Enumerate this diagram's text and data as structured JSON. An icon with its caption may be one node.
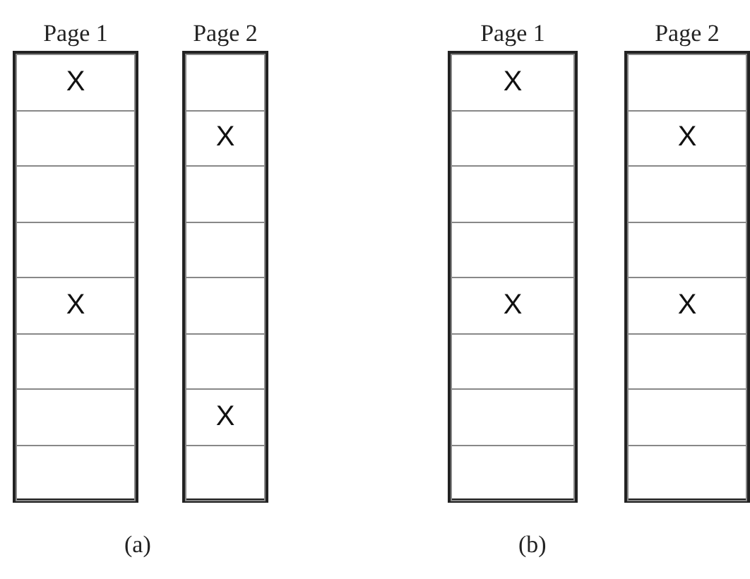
{
  "diagram": {
    "nodes": [
      {
        "text": [
          "Page 1"
        ]
      },
      {
        "text": [
          "X"
        ],
        "in": 0
      },
      {
        "text": [],
        "shape": "box",
        "in": 0
      },
      {
        "text": [],
        "shape": "box",
        "in": 0
      },
      {
        "text": [],
        "shape": "box",
        "in": 0
      },
      {
        "text": [
          "X"
        ],
        "in": 0
      },
      {
        "text": [],
        "shape": "box",
        "in": 0
      },
      {
        "text": [],
        "shape": "box",
        "in": 0
      },
      {
        "text": [],
        "shape": "box",
        "in": 0
      },
      {
        "text": [
          "Page 2"
        ]
      },
      {
        "text": [],
        "shape": "box",
        "in": 9
      },
      {
        "text": [
          "X"
        ],
        "in": 9
      },
      {
        "text": [],
        "shape": "box",
        "in": 9
      },
      {
        "text": [],
        "shape": "box",
        "in": 9
      },
      {
        "text": [],
        "shape": "box",
        "in": 9
      },
      {
        "text": [],
        "shape": "box",
        "in": 9
      },
      {
        "text": [
          "X"
        ],
        "in": 9
      },
      {
        "text": [],
        "shape": "box",
        "in": 9
      },
      {
        "text": [
          "Page 1"
        ]
      },
      {
        "text": [
          "X"
        ],
        "in": 18
      },
      {
        "text": [],
        "shape": "box",
        "in": 18
      },
      {
        "text": [],
        "shape": "box",
        "in": 18
      },
      {
        "text": [],
        "shape": "box",
        "in": 18
      },
      {
        "text": [
          "X"
        ],
        "in": 18
      },
      {
        "text": [],
        "shape": "box",
        "in": 18
      },
      {
        "text": [],
        "shape": "box",
        "in": 18
      },
      {
        "text": [],
        "shape": "box",
        "in": 18
      },
      {
        "text": [
          "Page 2"
        ]
      },
      {
        "text": [],
        "shape": "box",
        "in": 27
      },
      {
        "text": [
          "X"
        ],
        "in": 27
      },
      {
        "text": [],
        "shape": "box",
        "in": 27
      },
      {
        "text": [],
        "shape": "box",
        "in": 27
      },
      {
        "text": [
          "X"
        ],
        "in": 27
      },
      {
        "text": [],
        "shape": "box",
        "in": 27
      },
      {
        "text": [],
        "shape": "box",
        "in": 27
      },
      {
        "text": [],
        "shape": "box",
        "in": 27
      }
    ],
    "labels": [
      "(a)",
      "(b)"
    ]
  }
}
